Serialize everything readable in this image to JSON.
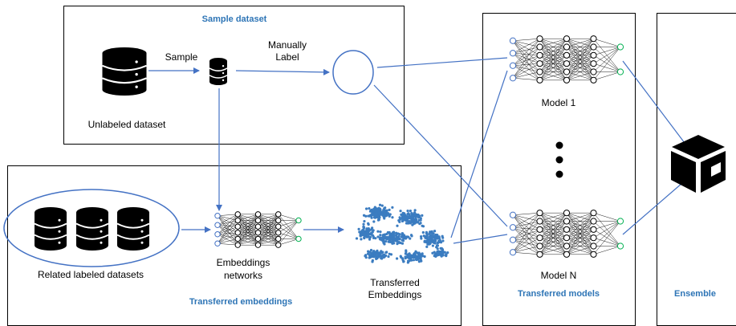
{
  "panels": {
    "sample_dataset": "Sample dataset",
    "transferred_embeddings": "Transferred embeddings",
    "transferred_models": "Transferred models",
    "ensemble": "Ensemble"
  },
  "labels": {
    "sample": "Sample",
    "manually_label_1": "Manually",
    "manually_label_2": "Label",
    "unlabeled_dataset": "Unlabeled dataset",
    "related_labeled_datasets": "Related labeled datasets",
    "embeddings_networks_1": "Embeddings",
    "embeddings_networks_2": "networks",
    "transferred_embeddings_1": "Transferred",
    "transferred_embeddings_2": "Embeddings",
    "model_1": "Model 1",
    "model_n": "Model N"
  },
  "colors": {
    "arrow": "#4472c4",
    "panel_title": "#2e75b6",
    "input_node": "#4472c4",
    "output_node": "#00b050",
    "scatter": "#3b7cc0"
  },
  "icons": [
    "database-icon",
    "neural-network-icon",
    "package-icon",
    "scatter-cloud-icon"
  ]
}
